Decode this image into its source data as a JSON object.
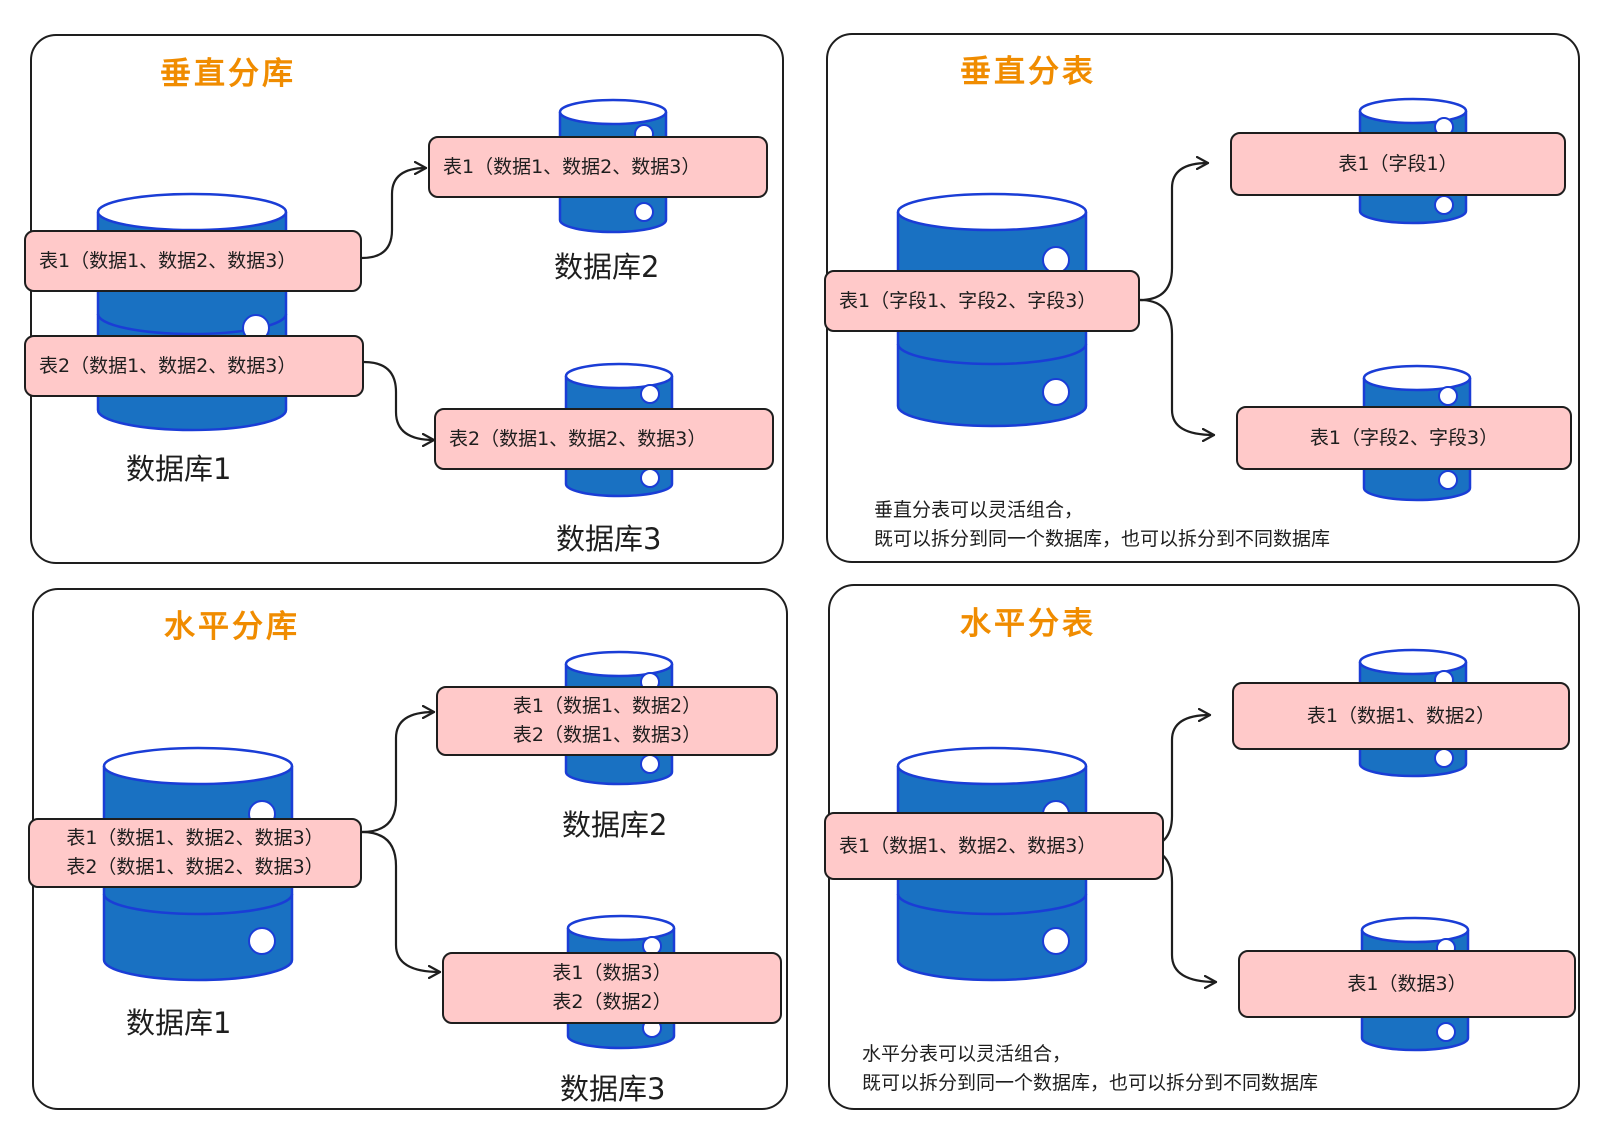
{
  "colors": {
    "title": "#f08c00",
    "db_fill": "#1971c2",
    "db_stroke": "#1a3dd6",
    "table_fill": "#ffc9c9",
    "stroke": "#1e1e1e"
  },
  "icons": [
    "database-cylinder-icon",
    "arrow-right-icon"
  ],
  "panels": {
    "vertical_db": {
      "title": "垂直分库",
      "source_db_label": "数据库1",
      "source_tables": [
        "表1（数据1、数据2、数据3）",
        "表2（数据1、数据2、数据3）"
      ],
      "target1_db_label": "数据库2",
      "target1_tables": [
        "表1（数据1、数据2、数据3）"
      ],
      "target2_db_label": "数据库3",
      "target2_tables": [
        "表2（数据1、数据2、数据3）"
      ]
    },
    "vertical_table": {
      "title": "垂直分表",
      "source_tables": [
        "表1（字段1、字段2、字段3）"
      ],
      "target1_tables": [
        "表1（字段1）"
      ],
      "target2_tables": [
        "表1（字段2、字段3）"
      ],
      "note": [
        "垂直分表可以灵活组合，",
        "既可以拆分到同一个数据库，也可以拆分到不同数据库"
      ]
    },
    "horizontal_db": {
      "title": "水平分库",
      "source_db_label": "数据库1",
      "source_tables": [
        "表1（数据1、数据2、数据3）",
        "表2（数据1、数据2、数据3）"
      ],
      "target1_db_label": "数据库2",
      "target1_tables": [
        "表1（数据1、数据2）",
        "表2（数据1、数据3）"
      ],
      "target2_db_label": "数据库3",
      "target2_tables": [
        "表1（数据3）",
        "表2（数据2）"
      ]
    },
    "horizontal_table": {
      "title": "水平分表",
      "source_tables": [
        "表1（数据1、数据2、数据3）"
      ],
      "target1_tables": [
        "表1（数据1、数据2）"
      ],
      "target2_tables": [
        "表1（数据3）"
      ],
      "note": [
        "水平分表可以灵活组合，",
        "既可以拆分到同一个数据库，也可以拆分到不同数据库"
      ]
    }
  }
}
